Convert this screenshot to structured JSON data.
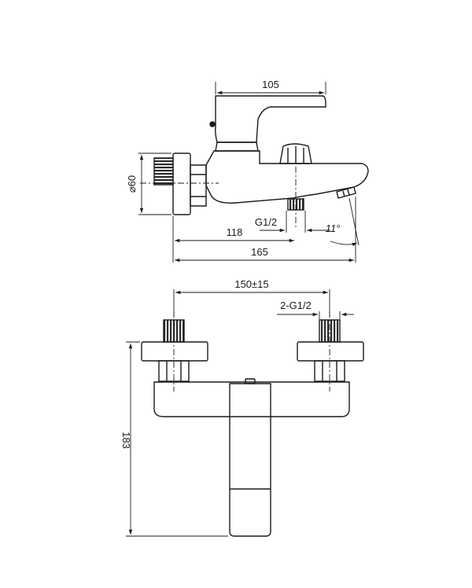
{
  "labels": {
    "side_handle_length": "105",
    "side_diameter": "⌀60",
    "side_spout_thread": "G1/2",
    "side_outlet_offset": "118",
    "side_total_depth": "165",
    "side_spout_angle": "11°",
    "front_center_distance": "150±15",
    "front_inlet_thread": "2-G1/2",
    "front_height": "183"
  },
  "colors": {
    "line": "#1a1a1a",
    "hatch": "#3a3a3a",
    "background": "#ffffff"
  }
}
